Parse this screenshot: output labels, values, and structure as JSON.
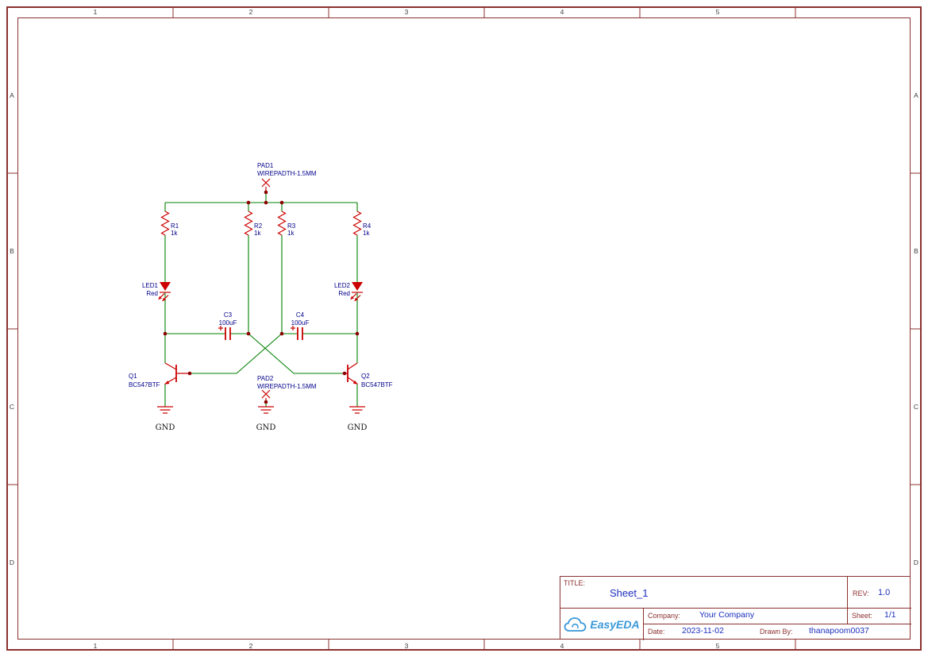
{
  "colors": {
    "background": "#ffffff",
    "frame": "#8c3030",
    "frame_text": "#404040",
    "wire": "#008000",
    "component": "#cc0000",
    "junction": "#8b0000",
    "annotation": "#00008b",
    "net_text": "#101010",
    "title_value": "#1d2fbe",
    "logo_blue": "#3a98d8"
  },
  "frame": {
    "columns": [
      "1",
      "2",
      "3",
      "4",
      "5"
    ],
    "rows": [
      "A",
      "B",
      "C",
      "D"
    ]
  },
  "schematic": {
    "components": {
      "pad1": {
        "ref": "PAD1",
        "value": "WIREPADTH-1.5MM"
      },
      "pad2": {
        "ref": "PAD2",
        "value": "WIREPADTH-1.5MM"
      },
      "r1": {
        "ref": "R1",
        "value": "1k"
      },
      "r2": {
        "ref": "R2",
        "value": "1k"
      },
      "r3": {
        "ref": "R3",
        "value": "1k"
      },
      "r4": {
        "ref": "R4",
        "value": "1k"
      },
      "led1": {
        "ref": "LED1",
        "value": "Red"
      },
      "led2": {
        "ref": "LED2",
        "value": "Red"
      },
      "c3": {
        "ref": "C3",
        "value": "100uF"
      },
      "c4": {
        "ref": "C4",
        "value": "100uF"
      },
      "q1": {
        "ref": "Q1",
        "value": "BC547BTF"
      },
      "q2": {
        "ref": "Q2",
        "value": "BC547BTF"
      }
    },
    "net_labels": {
      "gnd": "GND"
    }
  },
  "title_block": {
    "title_label": "TITLE:",
    "title": "Sheet_1",
    "rev_label": "REV:",
    "rev": "1.0",
    "company_label": "Company:",
    "company": "Your Company",
    "sheet_label": "Sheet:",
    "sheet": "1/1",
    "date_label": "Date:",
    "date": "2023-11-02",
    "drawn_label": "Drawn By:",
    "drawn_by": "thanapoom0037",
    "logo_text": "EasyEDA"
  }
}
